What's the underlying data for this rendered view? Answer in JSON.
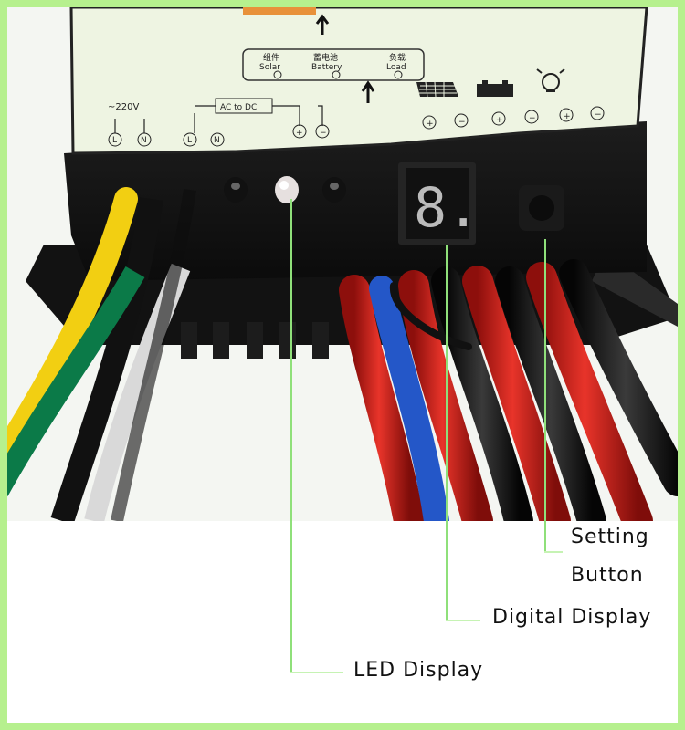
{
  "device_labels": {
    "solar_cn": "组件",
    "solar": "Solar",
    "battery_cn": "蓄电池",
    "battery": "Battery",
    "load_cn": "负载",
    "load": "Load",
    "ac_input": "~220V",
    "ac_to_dc": "AC to DC",
    "pin_l": "L",
    "pin_n": "N",
    "digit": "8."
  },
  "callouts": {
    "setting_button": [
      "Setting",
      "Button"
    ],
    "digital_display": "Digital Display",
    "led_display": "LED Display"
  },
  "colors": {
    "frame_green": "#b6f08e",
    "leader_green": "#8fe07a",
    "panel": "#eef4e2",
    "housing": "#151515",
    "wire_red": "#d8231c",
    "wire_blue": "#2457c8",
    "wire_yellow": "#f2cf12",
    "wire_green": "#0b7a48"
  }
}
